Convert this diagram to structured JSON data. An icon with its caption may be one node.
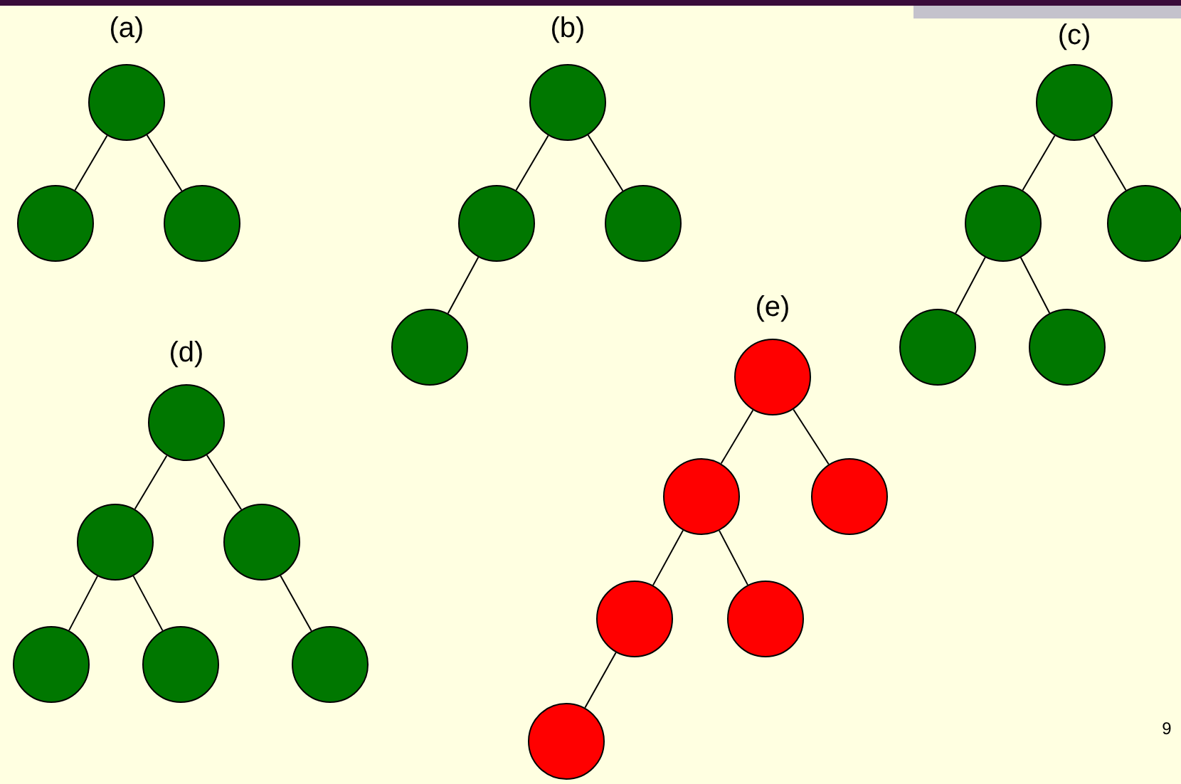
{
  "diagram": {
    "nodes": [
      {
        "text": [],
        "shape": "circle"
      },
      {
        "text": [],
        "shape": "circle"
      },
      {
        "text": [],
        "shape": "circle"
      },
      {
        "text": [],
        "shape": "circle"
      },
      {
        "text": [],
        "shape": "circle"
      },
      {
        "text": [],
        "shape": "circle"
      },
      {
        "text": [],
        "shape": "circle"
      },
      {
        "text": [],
        "shape": "circle"
      },
      {
        "text": [],
        "shape": "circle"
      },
      {
        "text": [],
        "shape": "circle"
      },
      {
        "text": [],
        "shape": "circle"
      },
      {
        "text": [],
        "shape": "circle"
      },
      {
        "text": [],
        "shape": "circle"
      },
      {
        "text": [],
        "shape": "circle"
      },
      {
        "text": [],
        "shape": "circle"
      },
      {
        "text": [],
        "shape": "circle"
      },
      {
        "text": [],
        "shape": "circle"
      },
      {
        "text": [],
        "shape": "circle"
      },
      {
        "text": [],
        "shape": "circle"
      },
      {
        "text": [],
        "shape": "circle"
      },
      {
        "text": [],
        "shape": "circle"
      },
      {
        "text": [],
        "shape": "circle"
      },
      {
        "text": [],
        "shape": "circle"
      },
      {
        "text": [],
        "shape": "circle"
      }
    ],
    "edges": [
      {
        "from": 0,
        "to": 1,
        "arrow": "none"
      },
      {
        "from": 0,
        "to": 2,
        "arrow": "none"
      },
      {
        "from": 3,
        "to": 4,
        "arrow": "none"
      },
      {
        "from": 3,
        "to": 5,
        "arrow": "none"
      },
      {
        "from": 4,
        "to": 6,
        "arrow": "none"
      },
      {
        "from": 7,
        "to": 8,
        "arrow": "none"
      },
      {
        "from": 7,
        "to": 9,
        "arrow": "none"
      },
      {
        "from": 8,
        "to": 10,
        "arrow": "none"
      },
      {
        "from": 8,
        "to": 11,
        "arrow": "none"
      },
      {
        "from": 12,
        "to": 13,
        "arrow": "none"
      },
      {
        "from": 12,
        "to": 14,
        "arrow": "none"
      },
      {
        "from": 13,
        "to": 15,
        "arrow": "none"
      },
      {
        "from": 13,
        "to": 16,
        "arrow": "none"
      },
      {
        "from": 14,
        "to": 17,
        "arrow": "none"
      },
      {
        "from": 18,
        "to": 19,
        "arrow": "none"
      },
      {
        "from": 18,
        "to": 20,
        "arrow": "none"
      },
      {
        "from": 19,
        "to": 21,
        "arrow": "none"
      },
      {
        "from": 19,
        "to": 22,
        "arrow": "none"
      },
      {
        "from": 21,
        "to": 23,
        "arrow": "none"
      }
    ],
    "labels": [
      "(a)",
      "(b)",
      "(c)",
      "(d)",
      "(e)",
      "9"
    ]
  }
}
